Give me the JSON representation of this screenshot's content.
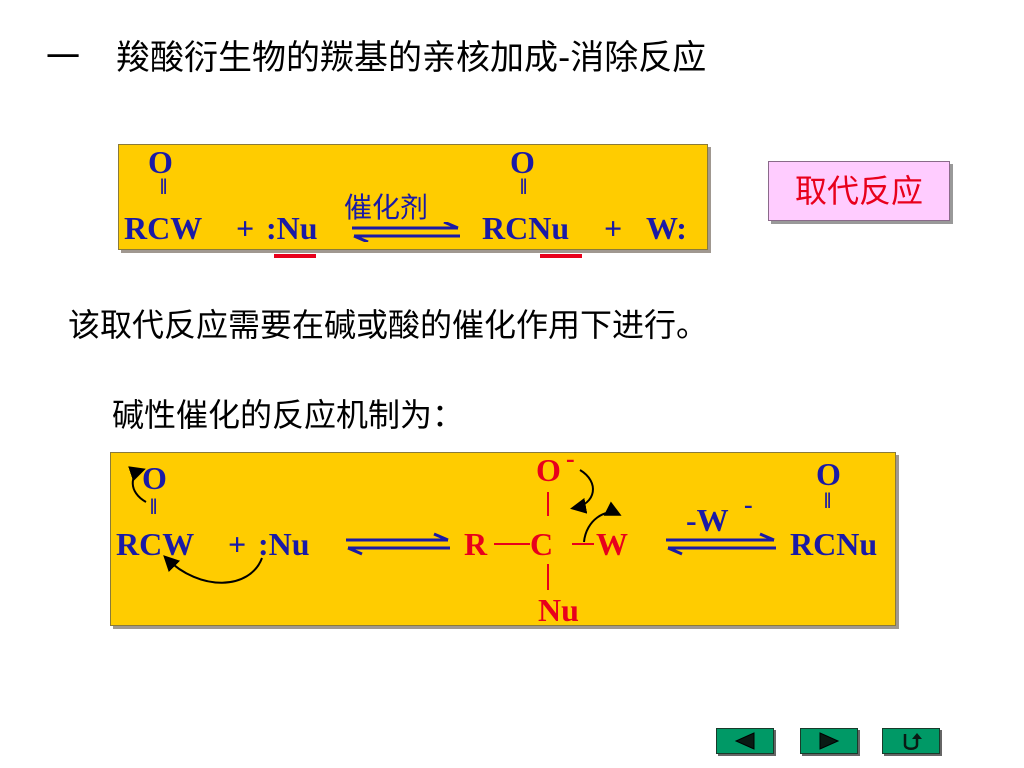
{
  "slide": {
    "number": "一",
    "title": "羧酸衍生物的羰基的亲核加成-消除反应",
    "statement": "该取代反应需要在碱或酸的催化作用下进行。",
    "mechanism_caption": "碱性催化的反应机制为："
  },
  "reaction1": {
    "reactant_o": "O",
    "reactant": "RCW",
    "plus1": "+",
    "nucleophile": ":Nu",
    "catalyst": "催化剂",
    "product_o": "O",
    "product": "RCNu",
    "plus2": "+",
    "leaving": "W:"
  },
  "badge": {
    "label": "取代反应"
  },
  "reaction2": {
    "reactant_o": "O",
    "reactant": "RCW",
    "plus": "+",
    "nucleophile": ":Nu",
    "intermediate": {
      "o": "O",
      "charge": "-",
      "r": "R",
      "c": "C",
      "w": "W",
      "nu": "Nu"
    },
    "eliminated": "-W",
    "eliminated_charge": "-",
    "product_o": "O",
    "product": "RCNu"
  },
  "colors": {
    "accent_red": "#e8001c",
    "chem_blue": "#1a1aa6",
    "box_yellow": "#ffcc00",
    "badge_pink": "#ffccff",
    "nav_green": "#009966"
  },
  "nav": {
    "icons": [
      "prev-arrow-icon",
      "next-arrow-icon",
      "return-icon"
    ]
  }
}
